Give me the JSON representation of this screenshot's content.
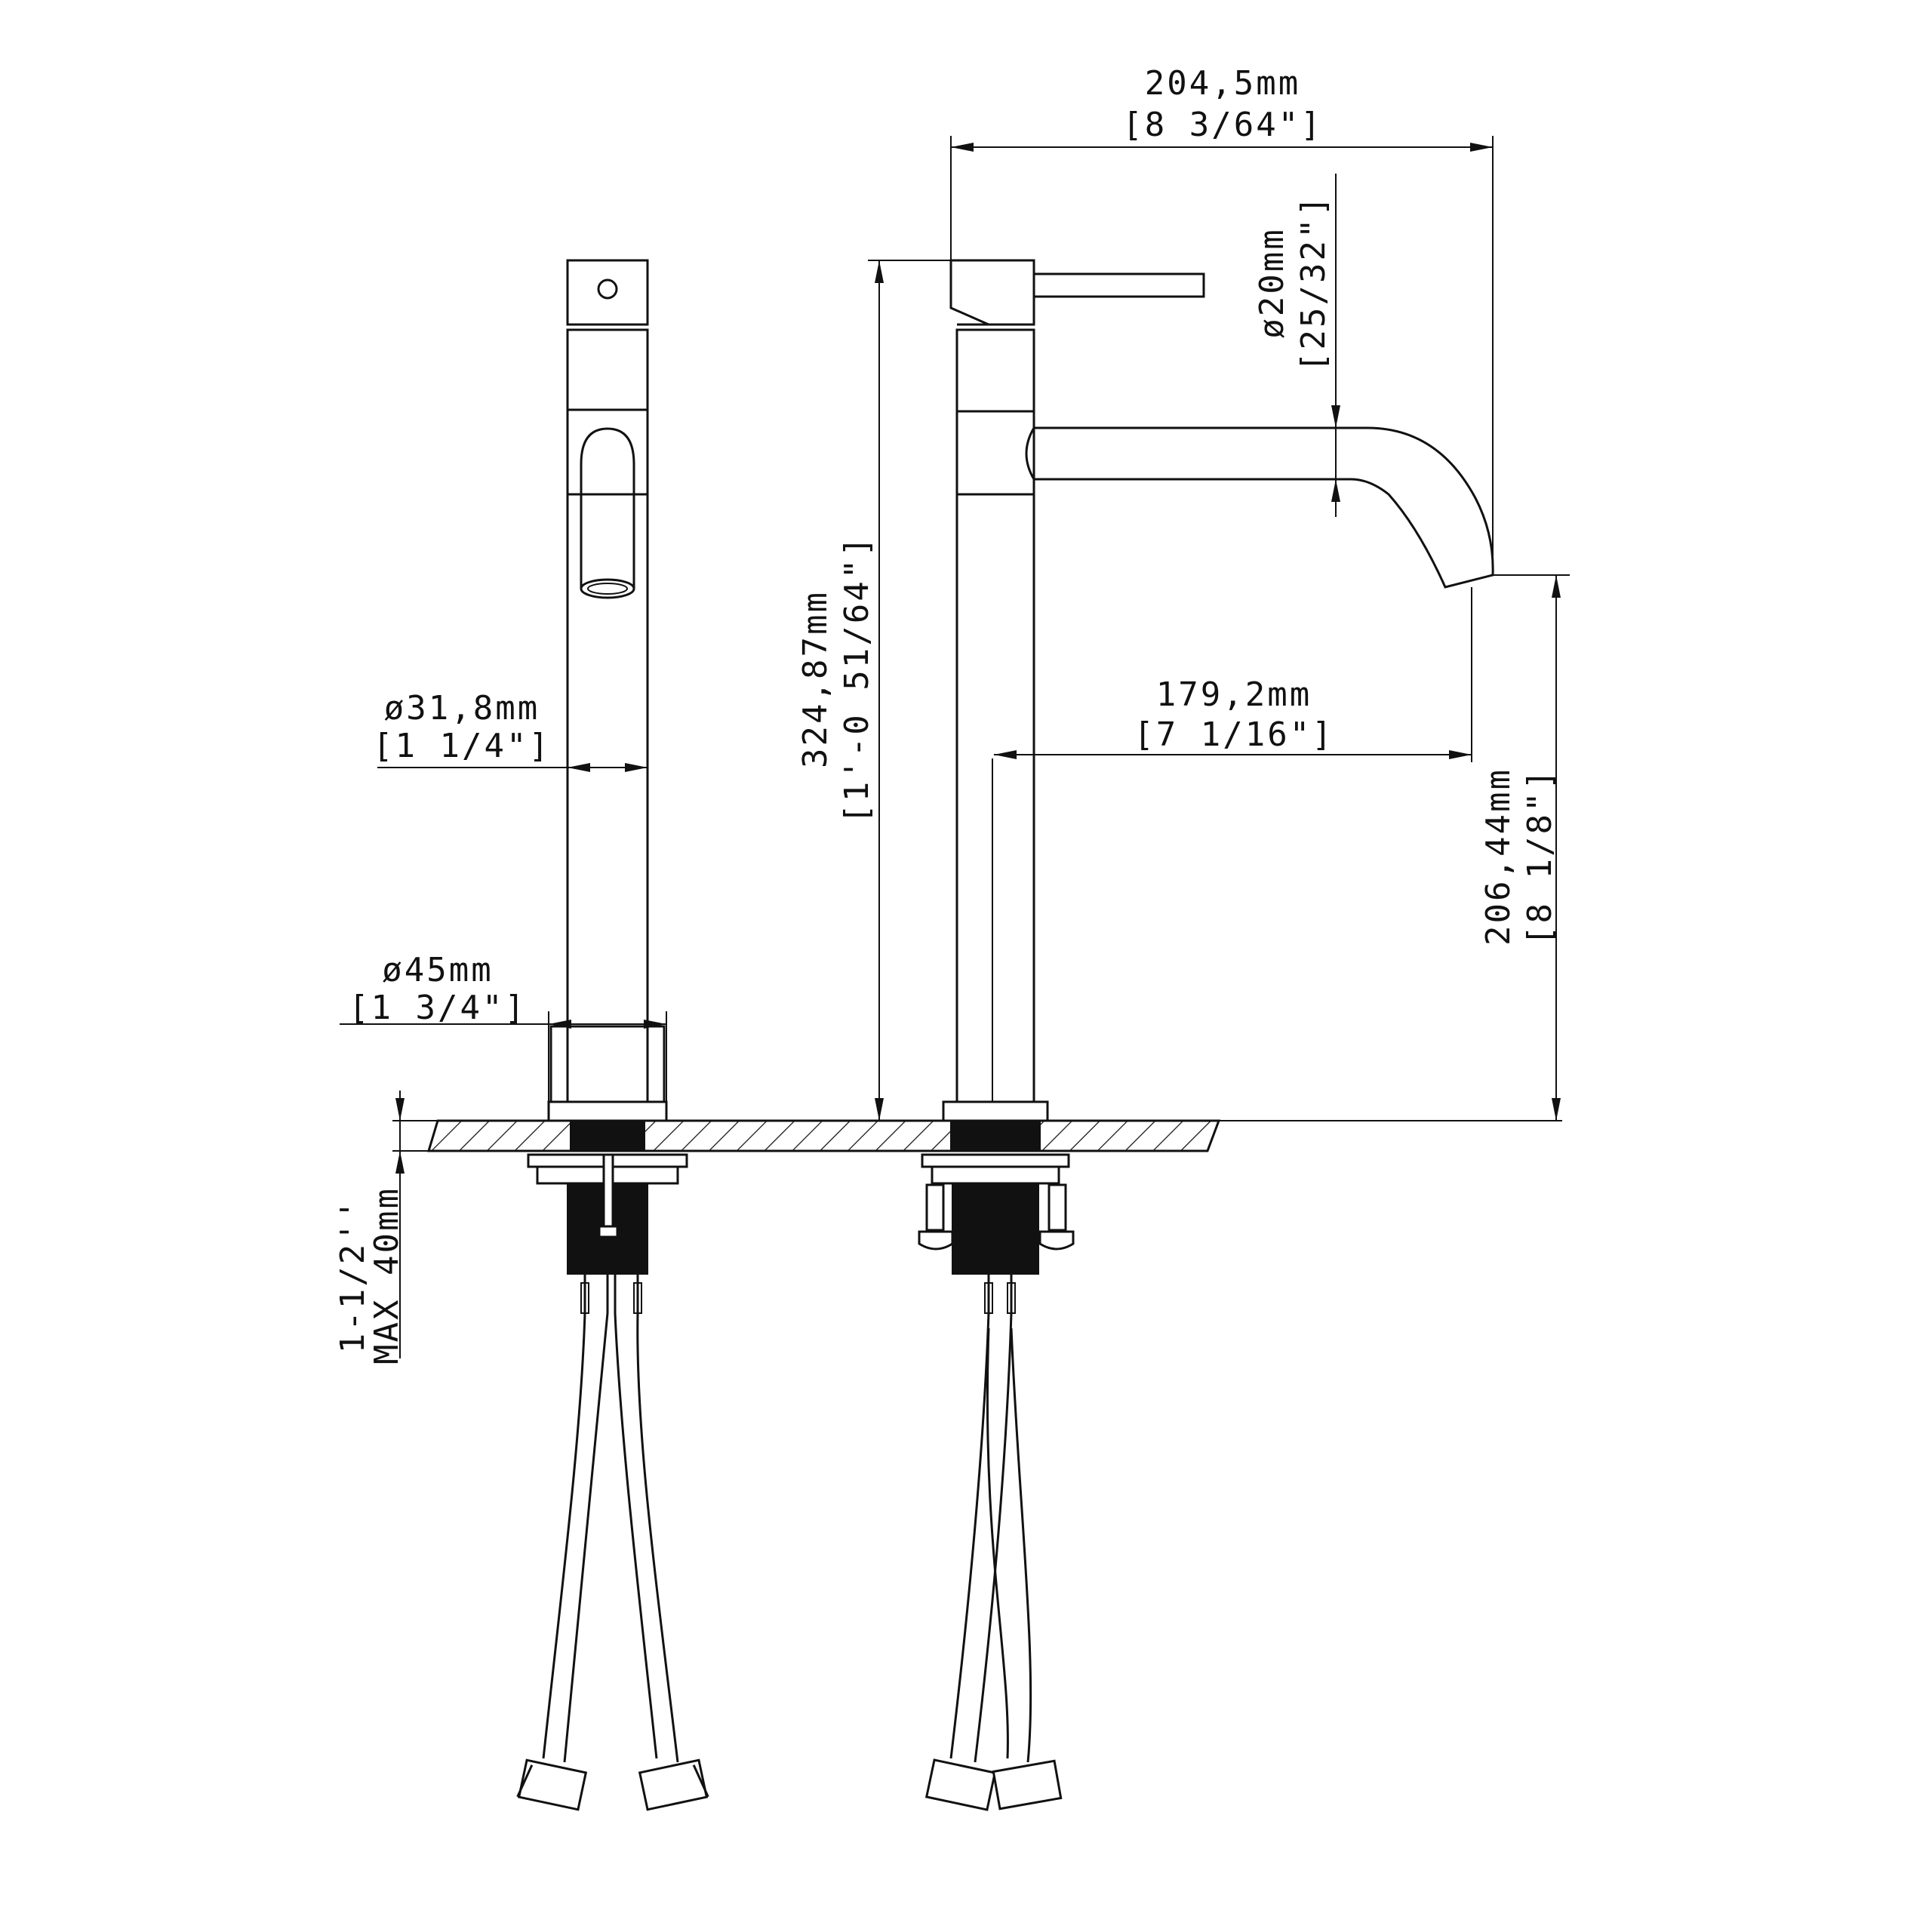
{
  "colors": {
    "line": "#111111",
    "background": "#ffffff"
  },
  "dimensions": {
    "overall_width": {
      "metric": "204,5mm",
      "imperial": "[8 3/64\"]"
    },
    "handle_diameter": {
      "metric": "ø20mm",
      "imperial": "[25/32\"]"
    },
    "body_diameter": {
      "metric": "ø31,8mm",
      "imperial": "[1 1/4\"]"
    },
    "base_diameter": {
      "metric": "ø45mm",
      "imperial": "[1 3/4\"]"
    },
    "total_height": {
      "metric": "324,87mm",
      "imperial": "[1'-0 51/64\"]"
    },
    "spout_reach": {
      "metric": "179,2mm",
      "imperial": "[7 1/16\"]"
    },
    "spout_height": {
      "metric": "206,44mm",
      "imperial": "[8 1/8\"]"
    },
    "deck_thickness": {
      "imperial": "1-1/2''",
      "metric": "MAX 40mm"
    }
  }
}
